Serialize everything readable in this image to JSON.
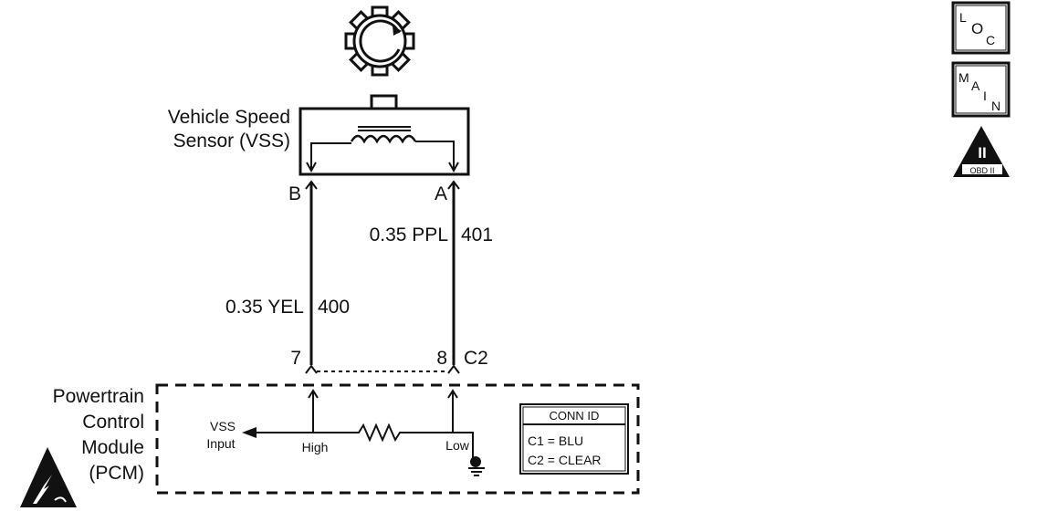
{
  "sensor": {
    "label_line1": "Vehicle Speed",
    "label_line2": "Sensor (VSS)",
    "pin_b": "B",
    "pin_a": "A"
  },
  "wires": {
    "left_size_color": "0.35 YEL",
    "left_circuit": "400",
    "right_size_color": "0.35 PPL",
    "right_circuit": "401"
  },
  "pcm": {
    "label_line1": "Powertrain",
    "label_line2": "Control",
    "label_line3": "Module",
    "label_line4": "(PCM)",
    "pin_left": "7",
    "pin_right": "8",
    "connector": "C2",
    "vss_input_line1": "VSS",
    "vss_input_line2": "Input",
    "high_label": "High",
    "low_label": "Low"
  },
  "conn_id": {
    "title": "CONN ID",
    "row1": "C1 = BLU",
    "row2": "C2 = CLEAR"
  },
  "side_icons": {
    "loc": [
      "L",
      "O",
      "C"
    ],
    "main": [
      "M",
      "A",
      "I",
      "N"
    ],
    "obd_numeral": "II",
    "obd_label": "OBD II"
  }
}
